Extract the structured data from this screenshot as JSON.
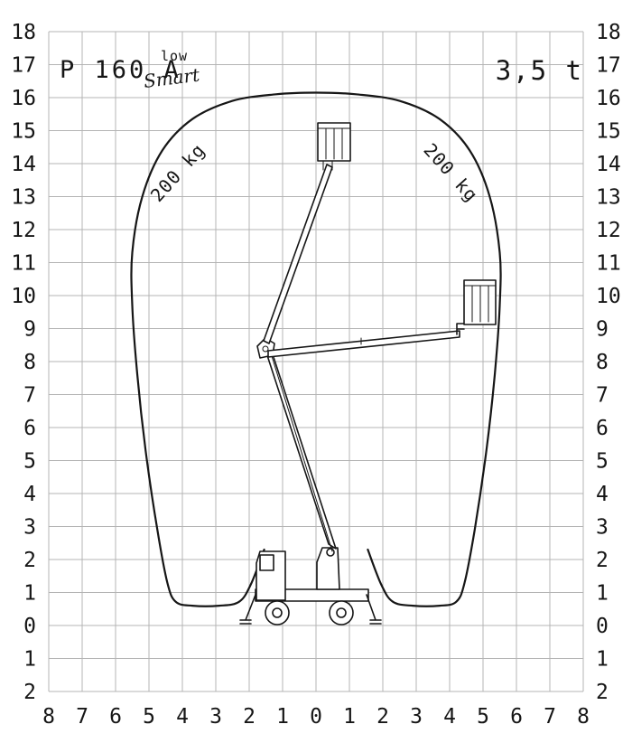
{
  "header": {
    "model": "P 160 A",
    "variant": "low",
    "series": "Smart",
    "capacity": "3,5 t"
  },
  "axes": {
    "y_labels": [
      "18",
      "17",
      "16",
      "15",
      "14",
      "13",
      "12",
      "11",
      "10",
      "9",
      "8",
      "7",
      "6",
      "5",
      "4",
      "3",
      "2",
      "1",
      "0",
      "1",
      "2"
    ],
    "x_labels": [
      "8",
      "7",
      "6",
      "5",
      "4",
      "3",
      "2",
      "1",
      "0",
      "1",
      "2",
      "3",
      "4",
      "5",
      "6",
      "7",
      "8"
    ],
    "y_range_m": [
      18,
      -2
    ],
    "x_range_m": [
      -8,
      8
    ]
  },
  "annotations": [
    {
      "text": "200 kg",
      "x_m": -4.0,
      "y_m": 13.6,
      "rotate_deg": -48
    },
    {
      "text": "200 kg",
      "x_m": 3.9,
      "y_m": 13.6,
      "rotate_deg": 48
    }
  ],
  "chart_data": {
    "type": "area",
    "description": "Working envelope outline of articulated aerial platform",
    "basket_capacity_label": "200 kg",
    "max_height_m": 16,
    "max_side_reach_m": 5.5,
    "envelope_points_m": [
      [
        -1.55,
        2.3
      ],
      [
        -1.95,
        1.25
      ],
      [
        -2.3,
        0.72
      ],
      [
        -2.9,
        0.6
      ],
      [
        -3.7,
        0.6
      ],
      [
        -4.2,
        0.72
      ],
      [
        -4.45,
        1.3
      ],
      [
        -4.75,
        2.9
      ],
      [
        -5.1,
        5.3
      ],
      [
        -5.35,
        7.6
      ],
      [
        -5.5,
        9.7
      ],
      [
        -5.5,
        11.3
      ],
      [
        -5.2,
        13.0
      ],
      [
        -4.6,
        14.4
      ],
      [
        -3.7,
        15.35
      ],
      [
        -2.5,
        15.9
      ],
      [
        -1.2,
        16.1
      ],
      [
        0,
        16.15
      ],
      [
        1.2,
        16.1
      ],
      [
        2.5,
        15.9
      ],
      [
        3.7,
        15.35
      ],
      [
        4.6,
        14.4
      ],
      [
        5.2,
        13.0
      ],
      [
        5.5,
        11.3
      ],
      [
        5.5,
        9.7
      ],
      [
        5.35,
        7.6
      ],
      [
        5.1,
        5.3
      ],
      [
        4.75,
        2.9
      ],
      [
        4.45,
        1.3
      ],
      [
        4.2,
        0.72
      ],
      [
        3.7,
        0.6
      ],
      [
        2.9,
        0.6
      ],
      [
        2.3,
        0.72
      ],
      [
        1.95,
        1.25
      ],
      [
        1.55,
        2.3
      ]
    ]
  },
  "colors": {
    "ink": "#161616",
    "grid": "#b4b4b4",
    "background": "#ffffff"
  }
}
